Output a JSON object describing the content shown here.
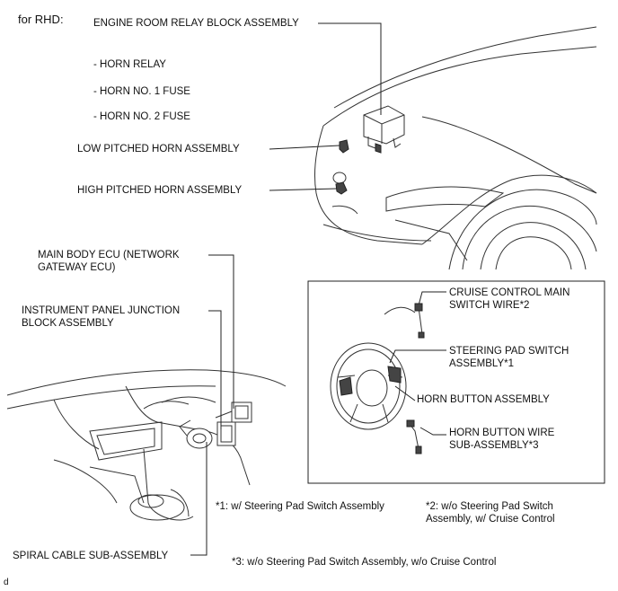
{
  "header": {
    "region": "for RHD:"
  },
  "labels": {
    "engine_room_relay_block": "ENGINE ROOM RELAY BLOCK ASSEMBLY",
    "horn_relay": "- HORN RELAY",
    "horn_no1_fuse": "- HORN NO. 1 FUSE",
    "horn_no2_fuse": "- HORN NO. 2 FUSE",
    "low_pitched_horn": "LOW PITCHED HORN ASSEMBLY",
    "high_pitched_horn": "HIGH PITCHED HORN ASSEMBLY",
    "main_body_ecu": "MAIN BODY ECU (NETWORK\nGATEWAY ECU)",
    "instrument_panel_jb": "INSTRUMENT PANEL JUNCTION\nBLOCK ASSEMBLY",
    "spiral_cable": "SPIRAL CABLE SUB-ASSEMBLY",
    "cruise_control_wire": "CRUISE CONTROL MAIN\nSWITCH WIRE*2",
    "steering_pad_switch": "STEERING PAD SWITCH\nASSEMBLY*1",
    "horn_button": "HORN BUTTON ASSEMBLY",
    "horn_button_wire": "HORN BUTTON WIRE\nSUB-ASSEMBLY*3"
  },
  "notes": {
    "note1": "*1: w/ Steering Pad Switch Assembly",
    "note2": "*2: w/o Steering Pad Switch\nAssembly, w/ Cruise Control",
    "note3": "*3: w/o Steering Pad Switch Assembly, w/o Cruise Control"
  },
  "footer": {
    "code": "d"
  }
}
